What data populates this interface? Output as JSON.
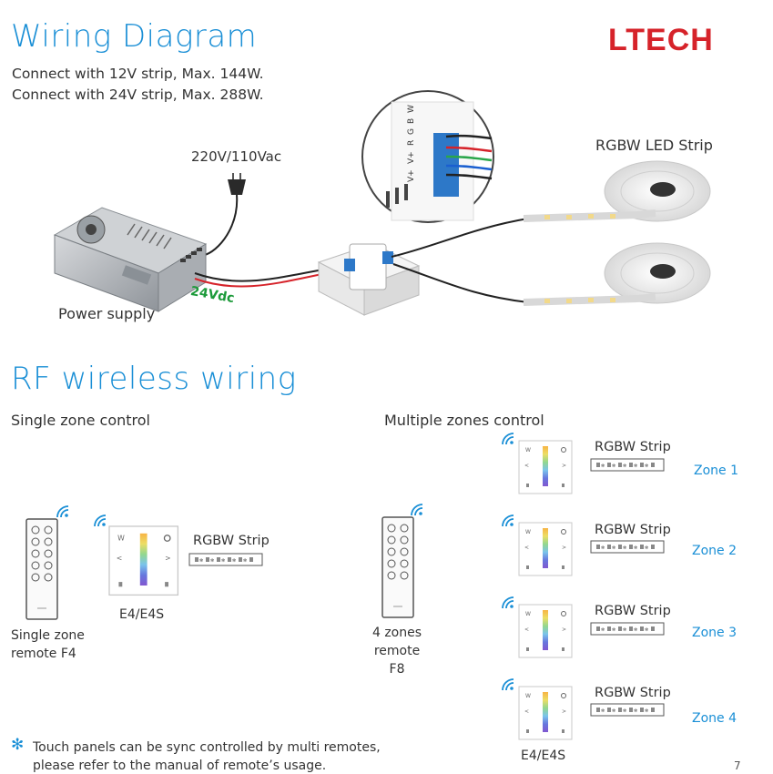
{
  "header": {
    "title": "Wiring Diagram",
    "brand": "LTECH",
    "specs": [
      "Connect with 12V strip, Max. 144W.",
      "Connect with 24V strip, Max. 288W."
    ]
  },
  "wiring": {
    "mains_label": "220V/110Vac",
    "power_supply_label": "Power supply",
    "voltage_label": "24Vdc",
    "strip_label": "RGBW LED Strip",
    "terminal_labels": [
      "V+",
      "V+",
      "R",
      "G",
      "B",
      "W"
    ]
  },
  "rf": {
    "title": "RF wireless wiring",
    "single": {
      "heading": "Single zone control",
      "remote_label": [
        "Single zone",
        "remote F4"
      ],
      "panel_label": "E4/E4S",
      "strip_label": "RGBW Strip"
    },
    "multi": {
      "heading": "Multiple zones control",
      "remote_label": [
        "4 zones remote",
        "F8"
      ],
      "panel_label": "E4/E4S",
      "zones": [
        {
          "strip_label": "RGBW Strip",
          "zone_label": "Zone 1"
        },
        {
          "strip_label": "RGBW Strip",
          "zone_label": "Zone 2"
        },
        {
          "strip_label": "RGBW Strip",
          "zone_label": "Zone 3"
        },
        {
          "strip_label": "RGBW Strip",
          "zone_label": "Zone 4"
        }
      ]
    }
  },
  "footnote": {
    "symbol": "✻",
    "lines": [
      "Touch panels can be sync controlled by multi remotes,",
      "please refer to the manual of remote’s usage."
    ]
  },
  "page_number": "7"
}
